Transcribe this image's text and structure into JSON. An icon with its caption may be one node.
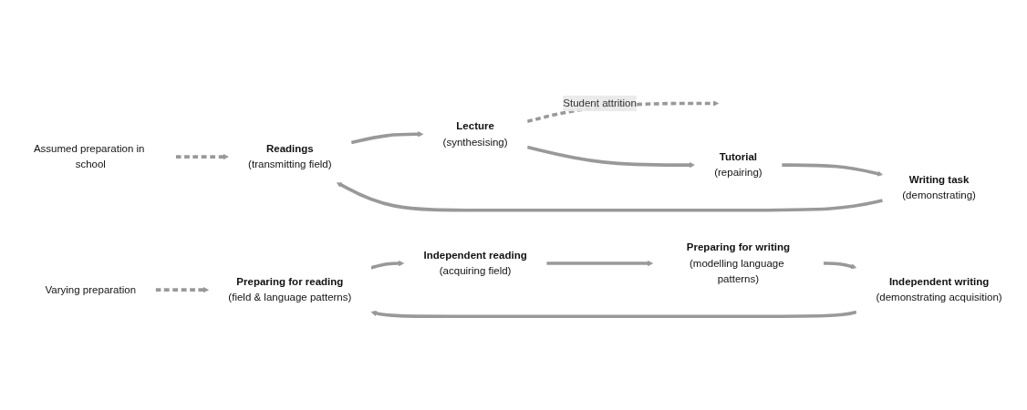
{
  "diagram": {
    "nodes": [
      {
        "text": [
          "Assumed preparation in school"
        ]
      },
      {
        "text": [
          "Readings",
          "(transmitting field)"
        ]
      },
      {
        "text": [
          "Lecture",
          "(synthesising)"
        ]
      },
      {
        "text": [
          "Tutorial",
          "(repairing)"
        ]
      },
      {
        "text": [
          "Writing task",
          "(demonstrating)"
        ]
      },
      {
        "text": [
          "Varying preparation"
        ]
      },
      {
        "text": [
          "Preparing for reading",
          "(field & language patterns)"
        ]
      },
      {
        "text": [
          "Independent reading",
          "(acquiring field)"
        ]
      },
      {
        "text": [
          "Preparing for writing",
          "(modelling language patterns)"
        ]
      },
      {
        "text": [
          "Independent writing",
          "(demonstrating acquisition)"
        ]
      }
    ],
    "edges": [
      {
        "from": 0,
        "to": 1,
        "arrow": "to",
        "style": "dashed"
      },
      {
        "from": 1,
        "to": 2,
        "arrow": "to"
      },
      {
        "from": 2,
        "to": null,
        "arrow": "to",
        "style": "dashed",
        "label": "Student attrition"
      },
      {
        "from": 2,
        "to": 3,
        "arrow": "to"
      },
      {
        "from": 3,
        "to": 4,
        "arrow": "to"
      },
      {
        "from": 4,
        "to": 1,
        "arrow": "to"
      },
      {
        "from": 5,
        "to": 6,
        "arrow": "to",
        "style": "dashed"
      },
      {
        "from": 6,
        "to": 7,
        "arrow": "to"
      },
      {
        "from": 7,
        "to": 8,
        "arrow": "to"
      },
      {
        "from": 8,
        "to": 9,
        "arrow": "to"
      },
      {
        "from": 9,
        "to": 6,
        "arrow": "to"
      }
    ]
  }
}
